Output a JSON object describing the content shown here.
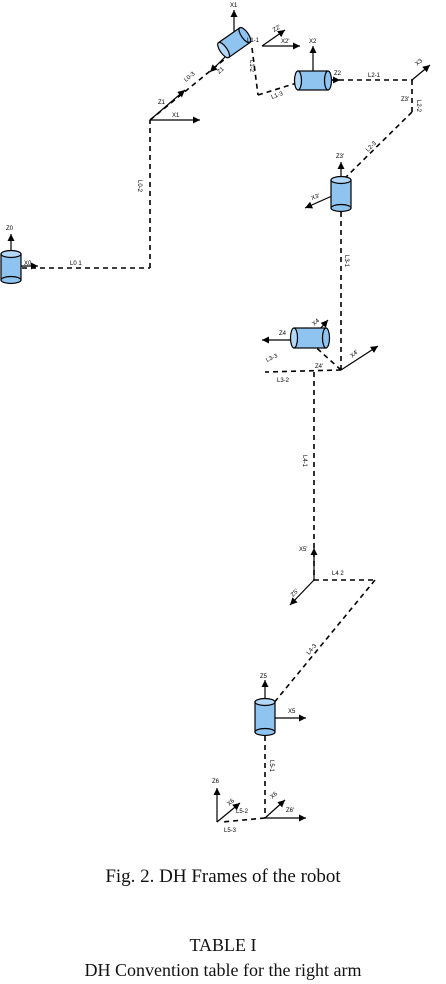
{
  "figure": {
    "caption": "Fig. 2.   DH Frames of the robot"
  },
  "table": {
    "title": "TABLE I",
    "subtitle": "DH Convention table for the right arm"
  },
  "labels": {
    "x0": "X0",
    "z0": "Z0",
    "l0_1": "L0 1",
    "l0_2": "L0-2",
    "l0_3": "L0-3",
    "x1": "X1",
    "z1": "Z1",
    "x1_top": "X1",
    "z1_2": "Z1",
    "l1_1": "L1-1",
    "l1_2": "L1-2",
    "l1_3": "L1-3",
    "z2p": "Z2'",
    "x2p": "X2'",
    "x2": "X2",
    "z2": "Z2",
    "l2_1": "L2-1",
    "l2_2": "L2-2",
    "l2_3": "L2-3",
    "x3": "X3",
    "z3p": "Z3'",
    "z3pp": "Z3'",
    "x3p": "X3'",
    "l3_1": "L3-1",
    "l3_2": "L3-2",
    "l3_3": "L3-3",
    "z4": "Z4",
    "x4": "X4",
    "z4p": "Z4'",
    "x4p": "X4'",
    "l4_1": "L4-1",
    "l4_2": "L4 2",
    "l4_3": "L4-3",
    "x5p": "X5'",
    "z5p": "Z5'",
    "z5": "Z5",
    "x5": "X5",
    "l5_1": "L5-1",
    "l5_2": "L5-2",
    "l5_3": "L5-3",
    "z6": "Z6",
    "x6": "X6",
    "z6p": "Z6'",
    "x6b": "X6"
  }
}
